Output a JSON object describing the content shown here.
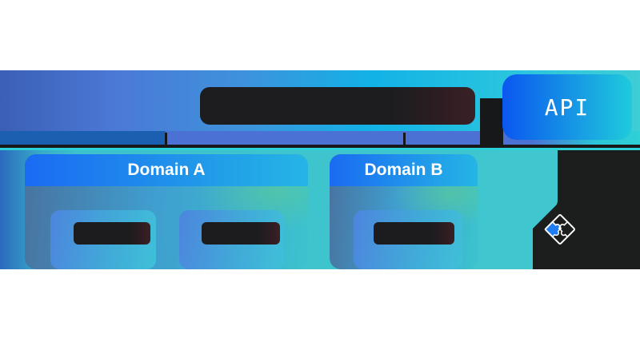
{
  "diagram": {
    "api": {
      "label": "API"
    },
    "title_box": {
      "label": ""
    },
    "domains": [
      {
        "label": "Domain A",
        "placeholder_boxes": 2
      },
      {
        "label": "Domain B",
        "placeholder_boxes": 1
      }
    ],
    "icons": [
      {
        "name": "puzzle-icon",
        "accent": "#1e7cf5"
      }
    ],
    "colors": {
      "band_blue": "#3b5fb5",
      "band_cyan": "#3fcdd6",
      "strip_navy": "#1a5fb0",
      "strip_royal": "#4a71d3",
      "mid_band_teal": "#3ec5cd",
      "dark": "#1c1e1e",
      "dark_maroon_edge": "#3a2126",
      "api_gradient_start": "#0b57ef",
      "api_gradient_end": "#1fcbdc",
      "domain_header_start": "#1a6bf2",
      "domain_header_end": "#25b5e5",
      "puzzle_blue": "#1e7cf5",
      "teal_edge_line": "#2bd0d8"
    }
  }
}
